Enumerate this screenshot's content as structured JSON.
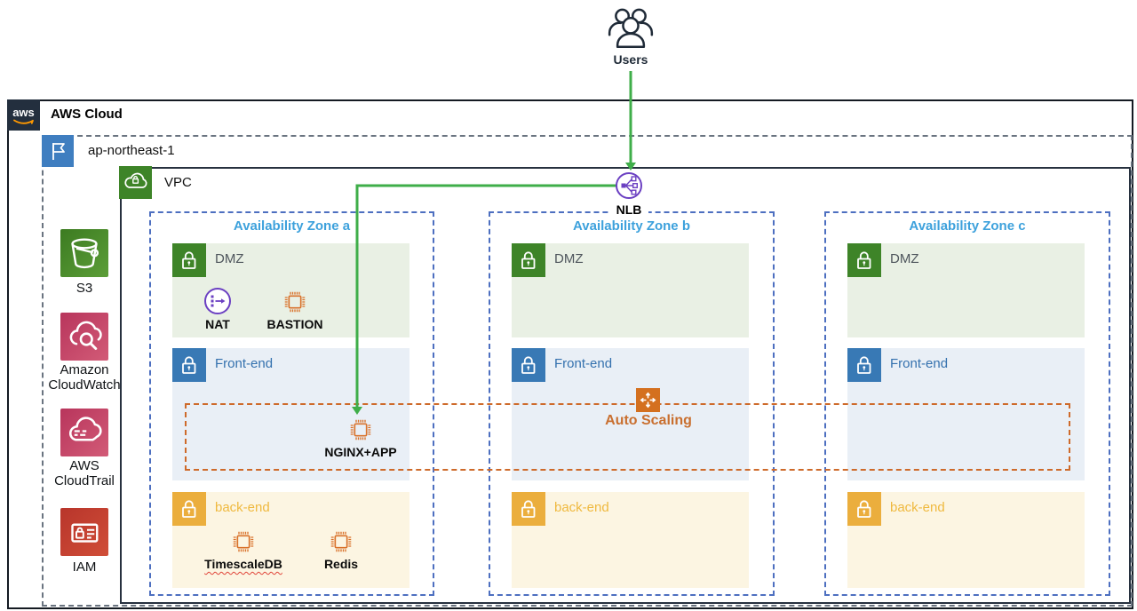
{
  "users": {
    "label": "Users"
  },
  "aws_cloud": {
    "label": "AWS Cloud",
    "logo": "aws"
  },
  "region": {
    "label": "ap-northeast-1"
  },
  "vpc": {
    "label": "VPC"
  },
  "nlb": {
    "label": "NLB"
  },
  "auto_scaling": {
    "label": "Auto Scaling"
  },
  "sidebar": {
    "items": [
      {
        "id": "s3",
        "label": "S3",
        "icon": "s3-bucket-icon",
        "color": "#4C8A2E"
      },
      {
        "id": "cloudwatch",
        "label": "Amazon CloudWatch",
        "icon": "cloudwatch-icon",
        "color": "#C24565"
      },
      {
        "id": "cloudtrail",
        "label": "AWS CloudTrail",
        "icon": "cloudtrail-icon",
        "color": "#C24565"
      },
      {
        "id": "iam",
        "label": "IAM",
        "icon": "iam-icon",
        "color": "#C5392E"
      }
    ]
  },
  "zones": [
    {
      "label": "Availability Zone a",
      "subnets": [
        {
          "label": "DMZ"
        },
        {
          "label": "Front-end"
        },
        {
          "label": "back-end"
        }
      ],
      "components": {
        "nat": "NAT",
        "bastion": "BASTION",
        "nginx": "NGINX+APP",
        "timescaledb": "TimescaleDB",
        "redis": "Redis"
      }
    },
    {
      "label": "Availability Zone b",
      "subnets": [
        {
          "label": "DMZ"
        },
        {
          "label": "Front-end"
        },
        {
          "label": "back-end"
        }
      ]
    },
    {
      "label": "Availability Zone c",
      "subnets": [
        {
          "label": "DMZ"
        },
        {
          "label": "Front-end"
        },
        {
          "label": "back-end"
        }
      ]
    }
  ],
  "colors": {
    "arrow_green": "#3FAE49",
    "aws_dark": "#232F3E",
    "aws_smile_orange": "#FF9900",
    "region_blue": "#3F7EC0",
    "vpc_green": "#3E8428",
    "subnet_dmz_green": "#3E8428",
    "subnet_frontend_blue": "#3879B5",
    "subnet_backend_amber": "#EBAE3D",
    "zone_border_blue": "#4D6FC0",
    "zone_label_blue": "#3DA1DC",
    "compute_orange": "#D9722B",
    "autoscaling_orange": "#D4701F",
    "elb_purple": "#6B40C2",
    "management_pink": "#C24565",
    "iam_red": "#C5392E"
  }
}
